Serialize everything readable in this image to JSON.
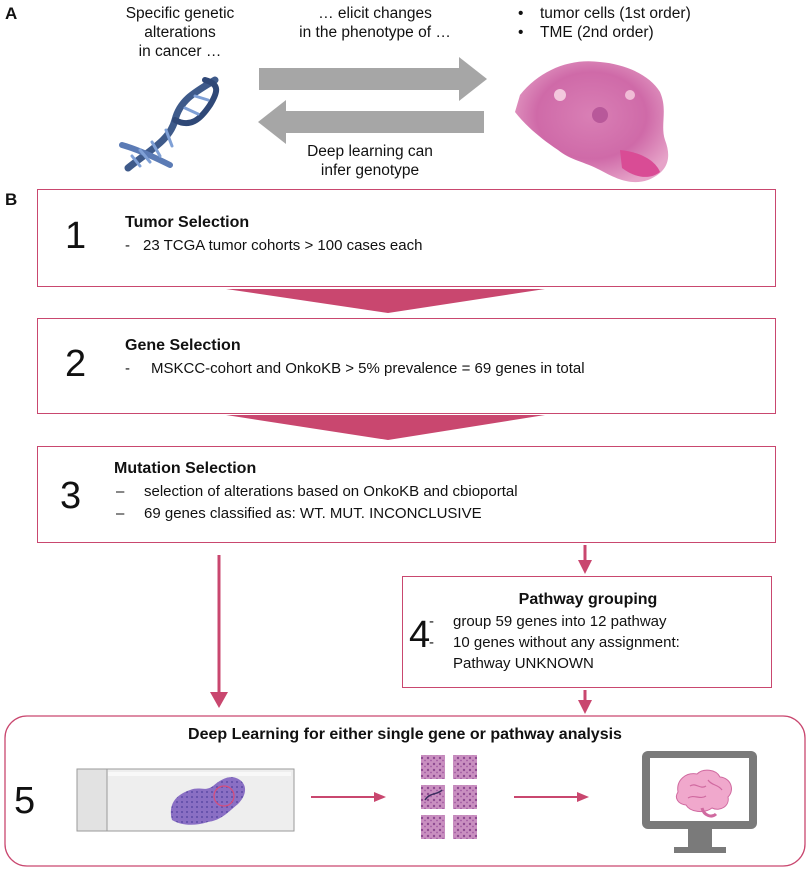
{
  "panel_a": {
    "letter": "A",
    "left_text": [
      "Specific genetic",
      "alterations",
      "in cancer …"
    ],
    "top_text": [
      "… elicit changes",
      "in the phenotype of …"
    ],
    "right_bullets": [
      "tumor cells (1st order)",
      "TME (2nd order)"
    ],
    "bottom_text": [
      "Deep learning can",
      "infer genotype"
    ]
  },
  "panel_b": {
    "letter": "B",
    "step1": {
      "number": "1",
      "title": "Tumor Selection",
      "items": [
        "23 TCGA tumor cohorts > 100 cases each"
      ]
    },
    "step2": {
      "number": "2",
      "title": "Gene Selection",
      "items": [
        "MSKCC-cohort and OnkoKB > 5% prevalence = 69 genes in total"
      ]
    },
    "step3": {
      "number": "3",
      "title": "Mutation Selection",
      "items": [
        "selection of alterations based on OnkoKB and cbioportal",
        "69 genes classified as: WT. MUT. INCONCLUSIVE"
      ]
    },
    "step4": {
      "number": "4",
      "title": "Pathway grouping",
      "items": [
        "group 59 genes into 12 pathway",
        "10 genes without any assignment:",
        "Pathway UNKNOWN"
      ]
    },
    "step5": {
      "number": "5",
      "title": "Deep Learning for either single gene or pathway analysis"
    }
  },
  "colors": {
    "accent": "#c9476f",
    "gray_arrow": "#a6a6a6",
    "tissue_pink": "#e07ab0"
  },
  "icons": [
    "dna-icon",
    "tissue-image-icon",
    "slide-icon",
    "tiles-icon",
    "monitor-brain-icon"
  ]
}
